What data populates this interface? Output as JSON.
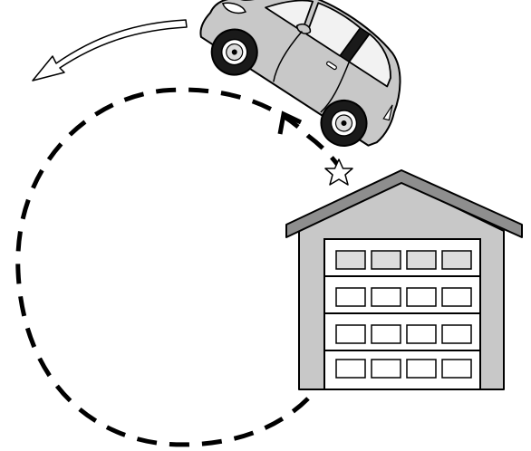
{
  "illustration": {
    "colors": {
      "outline": "#000000",
      "car_body": "#c8c8c8",
      "car_window": "#f2f2f2",
      "tire": "#1a1a1a",
      "hubcap": "#ffffff",
      "garage_roof": "#8e8e8e",
      "garage_wall": "#c8c8c8",
      "garage_door": "#ffffff",
      "door_top_panels": "#dcdcdc",
      "star_fill": "#ffffff",
      "path_dash": "#000000"
    },
    "elements": {
      "path": "dashed-circular-path",
      "direction_arrow": "curved-motion-arrow",
      "path_arrowhead": "chevron-arrowhead",
      "vehicle": "car-icon",
      "start_marker": "star-icon",
      "building": "garage-icon"
    }
  }
}
